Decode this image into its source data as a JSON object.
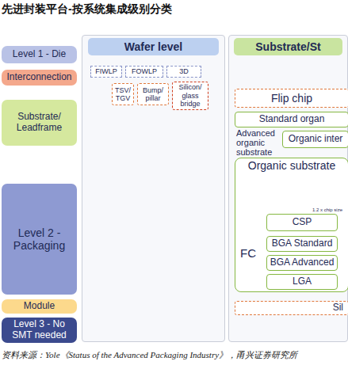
{
  "diagram": {
    "title": "先进封装平台-按系统集成级别分类",
    "caption": "资料来源：Yole《Status of the Advanced Packaging Industry》，甬兴证券研究所",
    "nodes": [
      {
        "text": [
          "Level 1 - Die"
        ]
      },
      {
        "text": [
          "Interconnection"
        ]
      },
      {
        "text": [
          "Substrate/ Leadframe"
        ]
      },
      {
        "text": [
          "Level 2 - Packaging"
        ]
      },
      {
        "text": [
          "Module"
        ]
      },
      {
        "text": [
          "Level 3 - No SMT needed"
        ]
      },
      {
        "text": [
          "Wafer level"
        ]
      },
      {
        "text": [
          "FIWLP"
        ],
        "in": 6
      },
      {
        "text": [
          "FOWLP"
        ],
        "in": 6
      },
      {
        "text": [
          "3D"
        ],
        "in": 6
      },
      {
        "text": [
          "TSV/ TGV"
        ],
        "in": 6
      },
      {
        "text": [
          "Bump/ pillar"
        ],
        "in": 6
      },
      {
        "text": [
          "Silicon/ glass bridge"
        ],
        "in": 6
      },
      {
        "text": [
          "Substrate/St"
        ]
      },
      {
        "text": [
          "Flip chip"
        ],
        "in": 13
      },
      {
        "text": [
          "Standard organ"
        ],
        "in": 13
      },
      {
        "text": [
          "Organic inter"
        ],
        "in": 13
      },
      {
        "text": [
          "Organic substrate"
        ],
        "in": 13
      },
      {
        "text": [
          "CSP"
        ],
        "in": 17
      },
      {
        "text": [
          "BGA Standard"
        ],
        "in": 17
      },
      {
        "text": [
          "BGA Advanced"
        ],
        "in": 17
      },
      {
        "text": [
          "LGA"
        ],
        "in": 17
      },
      {
        "text": [
          "Sil"
        ],
        "in": 13
      }
    ],
    "labels": [
      "Advanced organic substrate",
      "FC",
      "1.2 x chip size"
    ]
  }
}
